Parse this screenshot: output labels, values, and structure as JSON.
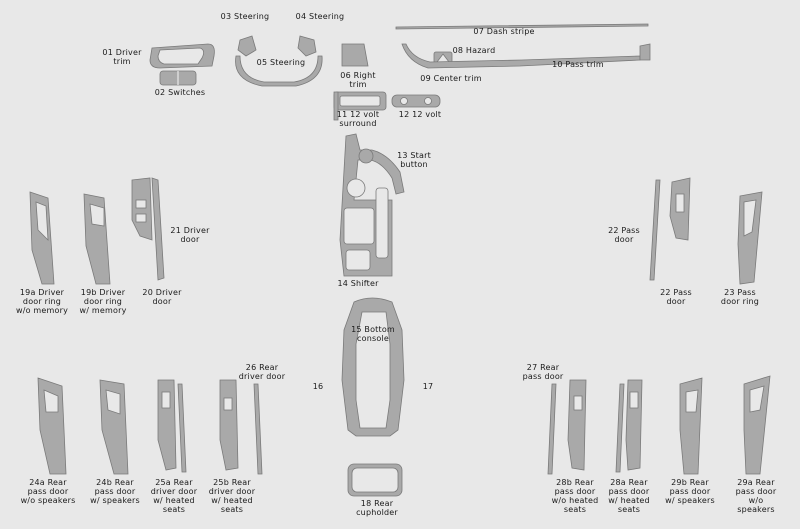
{
  "colors": {
    "background": "#e8e8e8",
    "part_fill": "#a9a9a9",
    "part_stroke": "#7a7a7a",
    "hole": "#e8e8e8"
  },
  "labels": {
    "p01": "01 Driver\ntrim",
    "p02": "02 Switches",
    "p03": "03 Steering",
    "p04": "04 Steering",
    "p05": "05 Steering",
    "p06": "06 Right\ntrim",
    "p07": "07 Dash stripe",
    "p08": "08 Hazard",
    "p09": "09 Center trim",
    "p10": "10 Pass trim",
    "p11": "11 12 volt\nsurround",
    "p12": "12 12 volt",
    "p13": "13 Start\nbutton",
    "p14": "14 Shifter",
    "p15": "15 Bottom\nconsole",
    "p16": "16",
    "p17": "17",
    "p18": "18 Rear\ncupholder",
    "p19a": "19a Driver\ndoor ring\nw/o memory",
    "p19b": "19b Driver\ndoor ring\nw/ memory",
    "p20": "20 Driver\ndoor",
    "p21": "21 Driver\ndoor",
    "p22a": "22 Pass\ndoor",
    "p22b": "22 Pass\ndoor",
    "p23": "23 Pass\ndoor ring",
    "p24a": "24a Rear\npass door\nw/o speakers",
    "p24b": "24b Rear\npass door\nw/ speakers",
    "p25a": "25a Rear\ndriver door\nw/ heated\nseats",
    "p25b": "25b Rear\ndriver door\nw/ heated\nseats",
    "p26": "26 Rear\ndriver door",
    "p27": "27 Rear\npass door",
    "p28b": "28b Rear\npass door\nw/o heated\nseats",
    "p28a": "28a Rear\npass door\nw/ heated\nseats",
    "p29b": "29b Rear\npass door\nw/ speakers",
    "p29a": "29a Rear\npass door\nw/o speakers"
  }
}
